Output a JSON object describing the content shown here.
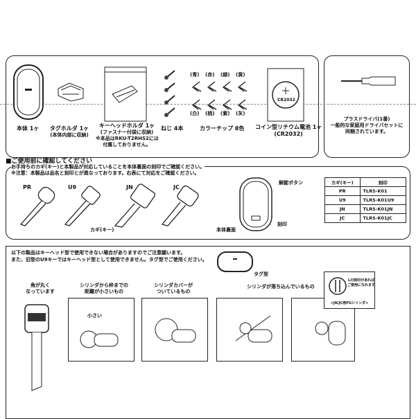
{
  "contents": {
    "items": [
      {
        "label": "本体 1ヶ"
      },
      {
        "label": "タグホルダ 1ヶ",
        "sub": "(本体内部に収納)"
      },
      {
        "label": "キーヘッドホルダ 1ヶ",
        "sub": "(ファスナー付袋に収納)",
        "note1": "※本品はRKU-T2RHS2には",
        "note2": "付属しておりません。"
      },
      {
        "label": "ねじ 4本"
      },
      {
        "label": "カラーチップ 8色"
      },
      {
        "label": "コイン型リチウム電池 1ヶ",
        "sub": "(CR2032)",
        "battery_text": "CR2032"
      }
    ],
    "chip_colors_top": [
      "(青)",
      "(赤)",
      "(緑)",
      "(黄)"
    ],
    "chip_colors_bottom": [
      "(白)",
      "(桃)",
      "(紫)",
      "(灰)"
    ],
    "driver": {
      "line1": "プラスドライバ(1番)",
      "line2": "一般的な家庭用ドライバセットに",
      "line3": "同梱されています。"
    }
  },
  "check": {
    "heading": "■ご使用前に確認してください",
    "line1": "お手持ちのカギ(キー)と本製品が対応していることを本体裏面の刻印でご確認ください。",
    "line2": "※注意：本製品は品名と刻印とが異なっております。右表にて対応をご確認ください。",
    "keys": [
      "PR",
      "U9",
      "JN",
      "JC"
    ],
    "keys_caption": "カギ(キー)",
    "release_button": "解錠ボタン",
    "back_label": "本体裏面",
    "engraving_label": "刻印",
    "table": {
      "headers": [
        "カギ(キー)",
        "刻印"
      ],
      "rows": [
        [
          "PR",
          "TLRS-K01"
        ],
        [
          "U9",
          "TLRS-K01U9"
        ],
        [
          "JN",
          "TLRS-K01JN"
        ],
        [
          "JC",
          "TLRS-K01JC"
        ]
      ]
    }
  },
  "caution": {
    "line1": "以下の製品はキーヘッド型で使用できない場合がありますのでご注意願います。",
    "line2": "また、旧型のU9キーではキーヘッド型として使用できません。タグ型でご使用ください。",
    "tag_type": "タグ型",
    "rounded_corner1": "角が丸く",
    "rounded_corner2": "なっています",
    "case1a": "シリンダから枠までの",
    "case1b": "距離が小さいもの",
    "case1_small": "小さい",
    "case2a": "シリンダカバーが",
    "case2b": "ついているもの",
    "case3": "シリンダが落ち込んでいるもの",
    "inset1": "Lの刻印があれば",
    "inset2": "ご使用になれます",
    "inset_caption": "<JN/JC用PGシリンダ>"
  }
}
